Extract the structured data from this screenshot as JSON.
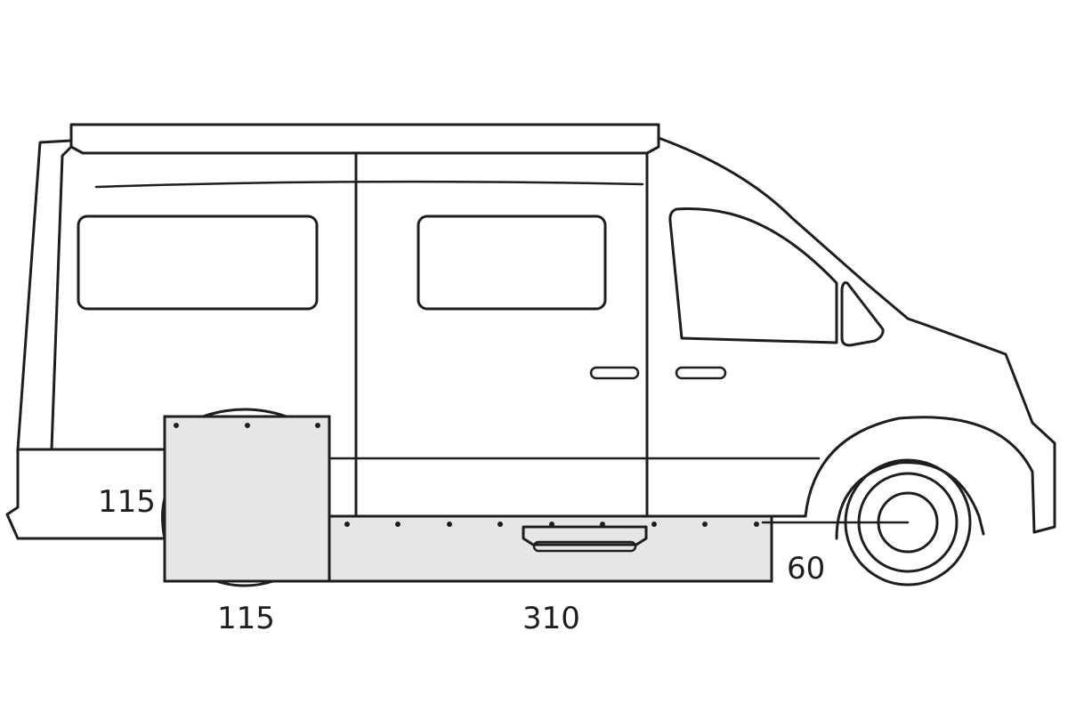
{
  "dimensions": {
    "side_height": "115",
    "side_depth": "115",
    "length": "310",
    "clearance": "60"
  },
  "colors": {
    "stroke": "#1e1e1e",
    "box_fill": "#e6e6e6",
    "background": "#ffffff"
  }
}
